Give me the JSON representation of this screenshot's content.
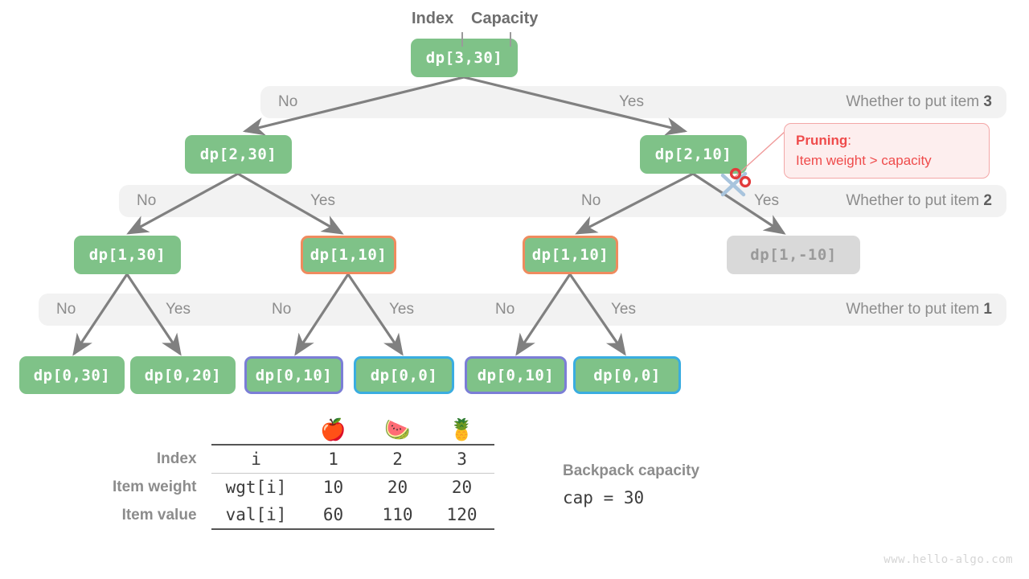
{
  "title_labels": {
    "index": "Index",
    "capacity": "Capacity"
  },
  "bands": [
    {
      "name": "band-item-3",
      "right_label_prefix": "Whether to put item ",
      "right_label_number": "3",
      "choices": [
        {
          "label": "No"
        },
        {
          "label": "Yes"
        }
      ]
    },
    {
      "name": "band-item-2",
      "right_label_prefix": "Whether to put item ",
      "right_label_number": "2",
      "choices": [
        {
          "label": "No"
        },
        {
          "label": "Yes"
        },
        {
          "label": "No"
        },
        {
          "label": "Yes"
        }
      ]
    },
    {
      "name": "band-item-1",
      "right_label_prefix": "Whether to put item ",
      "right_label_number": "1",
      "choices": [
        {
          "label": "No"
        },
        {
          "label": "Yes"
        },
        {
          "label": "No"
        },
        {
          "label": "Yes"
        },
        {
          "label": "No"
        },
        {
          "label": "Yes"
        }
      ]
    }
  ],
  "tree": {
    "level0": [
      {
        "id": "n-3-30",
        "text": "dp[3,30]",
        "state": "normal"
      }
    ],
    "level1": [
      {
        "id": "n-2-30",
        "text": "dp[2,30]",
        "state": "normal"
      },
      {
        "id": "n-2-10",
        "text": "dp[2,10]",
        "state": "normal"
      }
    ],
    "level2": [
      {
        "id": "n-1-30",
        "text": "dp[1,30]",
        "state": "normal"
      },
      {
        "id": "n-1-10-a",
        "text": "dp[1,10]",
        "state": "orange"
      },
      {
        "id": "n-1-10-b",
        "text": "dp[1,10]",
        "state": "orange"
      },
      {
        "id": "n-1-neg10",
        "text": "dp[1,-10]",
        "state": "pruned"
      }
    ],
    "level3": [
      {
        "id": "n-0-30",
        "text": "dp[0,30]",
        "state": "normal"
      },
      {
        "id": "n-0-20",
        "text": "dp[0,20]",
        "state": "normal"
      },
      {
        "id": "n-0-10-a",
        "text": "dp[0,10]",
        "state": "purple"
      },
      {
        "id": "n-0-0-a",
        "text": "dp[0,0]",
        "state": "blue"
      },
      {
        "id": "n-0-10-b",
        "text": "dp[0,10]",
        "state": "purple"
      },
      {
        "id": "n-0-0-b",
        "text": "dp[0,0]",
        "state": "blue"
      }
    ]
  },
  "pruning_callout": {
    "heading": "Pruning",
    "colon": ":",
    "reason": "Item weight > capacity"
  },
  "spec_table": {
    "item_icons": [
      "🍎",
      "🍉",
      "🍍"
    ],
    "rows": [
      {
        "header": "Index",
        "key": "i",
        "values": [
          "1",
          "2",
          "3"
        ]
      },
      {
        "header": "Item weight",
        "key": "wgt[i]",
        "values": [
          "10",
          "20",
          "20"
        ]
      },
      {
        "header": "Item value",
        "key": "val[i]",
        "values": [
          "60",
          "110",
          "120"
        ]
      }
    ]
  },
  "capacity_note": {
    "title": "Backpack capacity",
    "expression": "cap = 30"
  },
  "watermark": "www.hello-algo.com",
  "colors": {
    "node_green": "#7fc288",
    "orange_border": "#ef8b5e",
    "purple_border": "#7b7ed6",
    "blue_border": "#3aade0",
    "pruned_gray": "#d9d9d9",
    "band_gray": "#f2f2f2",
    "edge_gray": "#808080",
    "prune_red": "#ef4b4b"
  }
}
